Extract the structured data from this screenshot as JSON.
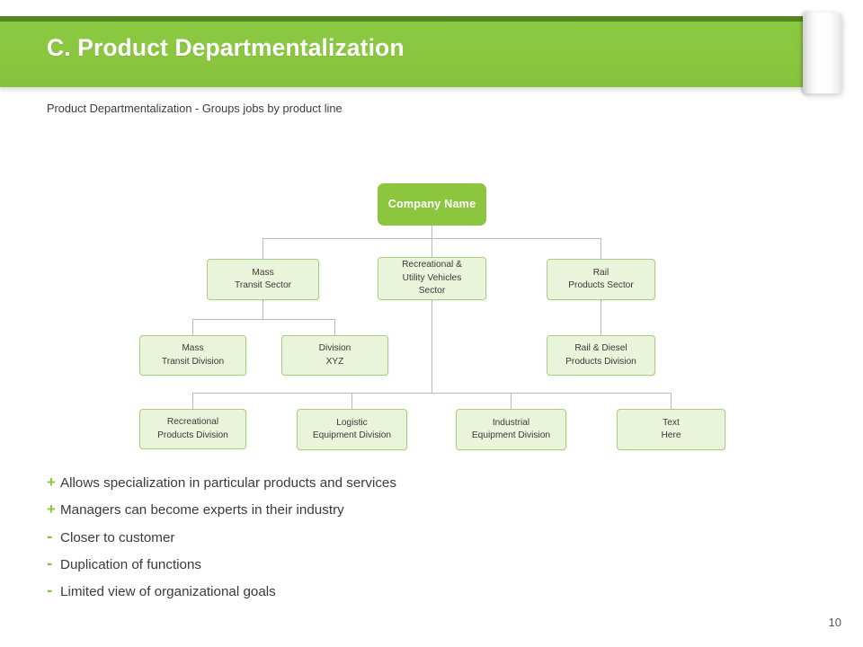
{
  "slide": {
    "title": "C. Product Departmentalization",
    "subtitle": "Product Departmentalization - Groups jobs by product line",
    "page_number": "10",
    "accent_color": "#8cc63f",
    "accent_dark_color": "#55851f",
    "node_fill_color": "#eaf4da",
    "node_border_color": "#a8cf7d",
    "connector_color": "#b9b9b9"
  },
  "org_chart": {
    "root": {
      "label": "Company Name"
    },
    "level2": [
      {
        "label": "Mass\nTransit Sector"
      },
      {
        "label": "Recreational &\nUtility Vehicles\nSector"
      },
      {
        "label": "Rail\nProducts Sector"
      }
    ],
    "level3": [
      {
        "label": "Mass\nTransit Division"
      },
      {
        "label": "Division\nXYZ"
      },
      {
        "label": "Rail & Diesel\nProducts Division"
      }
    ],
    "level4": [
      {
        "label": "Recreational\nProducts Division"
      },
      {
        "label": "Logistic\nEquipment Division"
      },
      {
        "label": "Industrial\nEquipment Division"
      },
      {
        "label": "Text\nHere"
      }
    ]
  },
  "bullets": [
    {
      "mark": "+",
      "type": "plus",
      "text": "Allows specialization in particular products and services"
    },
    {
      "mark": "+",
      "type": "plus",
      "text": "Managers can become experts in their industry"
    },
    {
      "mark": "-",
      "type": "minus",
      "text": "Closer to customer"
    },
    {
      "mark": "-",
      "type": "minus",
      "text": "Duplication of functions"
    },
    {
      "mark": "-",
      "type": "minus",
      "text": "Limited view of organizational goals"
    }
  ]
}
